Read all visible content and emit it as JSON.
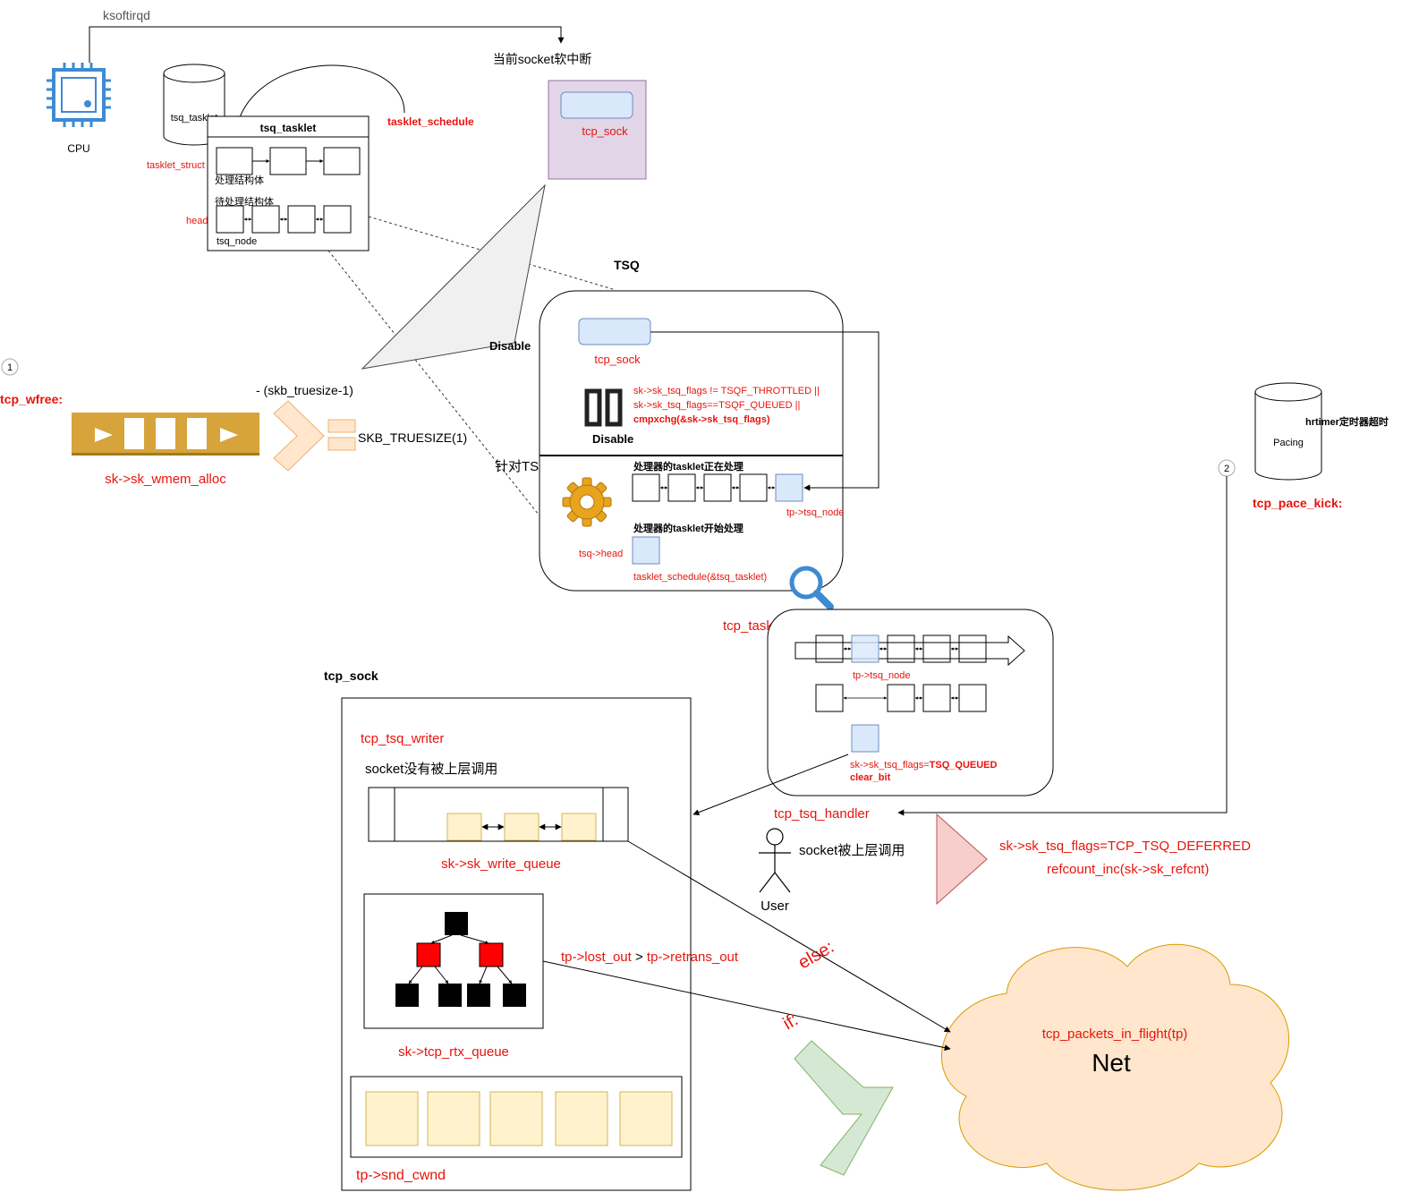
{
  "top": {
    "ksoftirqd": "ksoftirqd",
    "softirq_title": "当前socket软中断",
    "softirq_tcp_sock": "tcp_sock",
    "cpu_label": "CPU",
    "tsq_tasklet_cyl": "tsq_tasklet",
    "tasklet_schedule": "tasklet_schedule",
    "tsq_box": {
      "title": "tsq_tasklet",
      "tasklet_struct": "tasklet_struct",
      "processing": "处理结构体",
      "pending": "待处理结构体",
      "head": "head",
      "tsq_node": "tsq_node"
    }
  },
  "left": {
    "step1": "1",
    "tcp_wfree": "tcp_wfree:",
    "wmem_alloc": "sk->sk_wmem_alloc",
    "minus_truesize": "- (skb_truesize-1)",
    "skb_truesize": "SKB_TRUESIZE(1)",
    "for_tsq_block": "针对TSQ阻塞",
    "disable_outer": "Disable"
  },
  "tsq": {
    "title": "TSQ",
    "tcp_sock": "tcp_sock",
    "cond1": "sk->sk_tsq_flags != TSQF_THROTTLED ||",
    "cond2": "sk->sk_tsq_flags==TSQF_QUEUED ||",
    "cond3": "cmpxchg(&sk->sk_tsq_flags)",
    "disable": "Disable",
    "processing": "处理器的tasklet正在处理",
    "tp_tsq_node": "tp->tsq_node",
    "start_processing": "处理器的tasklet开始处理",
    "tsq_head": "tsq->head",
    "tasklet_schedule": "tasklet_schedule(&tsq_tasklet)"
  },
  "right": {
    "hrtimer": "hrtimer定时器超时",
    "pacing": "Pacing",
    "step2": "2",
    "tcp_pace_kick": "tcp_pace_kick:"
  },
  "tasklet_func": {
    "title": "tcp_tasklet_func",
    "tp_tsq_node": "tp->tsq_node",
    "flags": "sk->sk_tsq_flags=",
    "flags_bold": "TSQ_QUEUED",
    "clear_bit": "clear_bit"
  },
  "handler": {
    "title": "tcp_tsq_handler",
    "socket_called": "socket被上层调用",
    "user": "User",
    "deferred": "sk->sk_tsq_flags=TCP_TSQ_DEFERRED",
    "refcount": "refcount_inc(sk->sk_refcnt)"
  },
  "tcp_sock": {
    "title": "tcp_sock",
    "writer": "tcp_tsq_writer",
    "not_called": "socket没有被上层调用",
    "write_queue": "sk->sk_write_queue",
    "rtx_queue": "sk->tcp_rtx_queue",
    "snd_cwnd": "tp->snd_cwnd",
    "lost_out": "tp->lost_out",
    "gt": " > ",
    "retrans_out": "tp->retrans_out"
  },
  "net": {
    "in_flight": "tcp_packets_in_flight(tp)",
    "label": "Net",
    "else": "else:",
    "if": "if:"
  },
  "colors": {
    "red": "#e8140c",
    "blue_fill": "#dae8fc",
    "blue_stroke": "#6c8ebf",
    "yellow_fill": "#fff2cc",
    "yellow_stroke": "#d6b656",
    "purple_fill": "#e1d5e7",
    "purple_stroke": "#9673a6",
    "pink_fill": "#f8cecc",
    "pink_stroke": "#b85450",
    "green_fill": "#d5e8d4",
    "green_stroke": "#82b366",
    "cloud_fill": "#ffe6cc",
    "cloud_stroke": "#d79b00",
    "gold": "#d6a43a"
  }
}
